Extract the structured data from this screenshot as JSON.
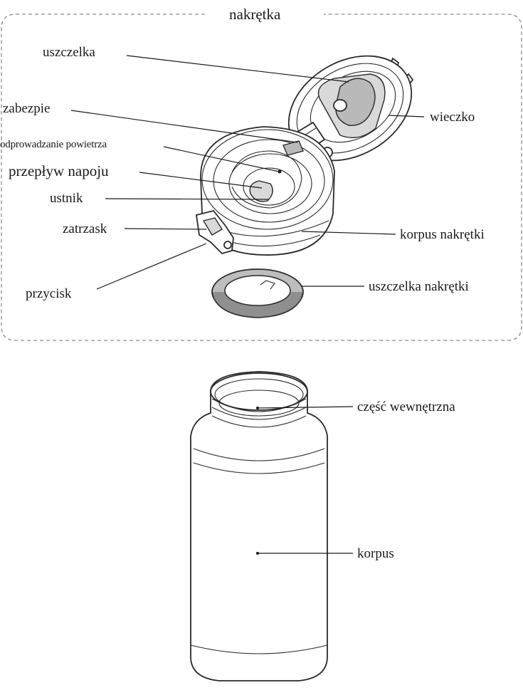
{
  "title": "nakrętka",
  "labels": {
    "gasket": "uszczelka",
    "lock": "zabezpie",
    "air_vent": "odprowadzanie powietrza",
    "drink_flow": "przepływ napoju",
    "mouthpiece": "ustnik",
    "latch": "zatrzask",
    "button": "przycisk",
    "lid": "wieczko",
    "cap_body": "korpus nakrętki",
    "cap_gasket": "uszczelka nakrętki",
    "inner_part": "część wewnętrzna",
    "body": "korpus"
  }
}
